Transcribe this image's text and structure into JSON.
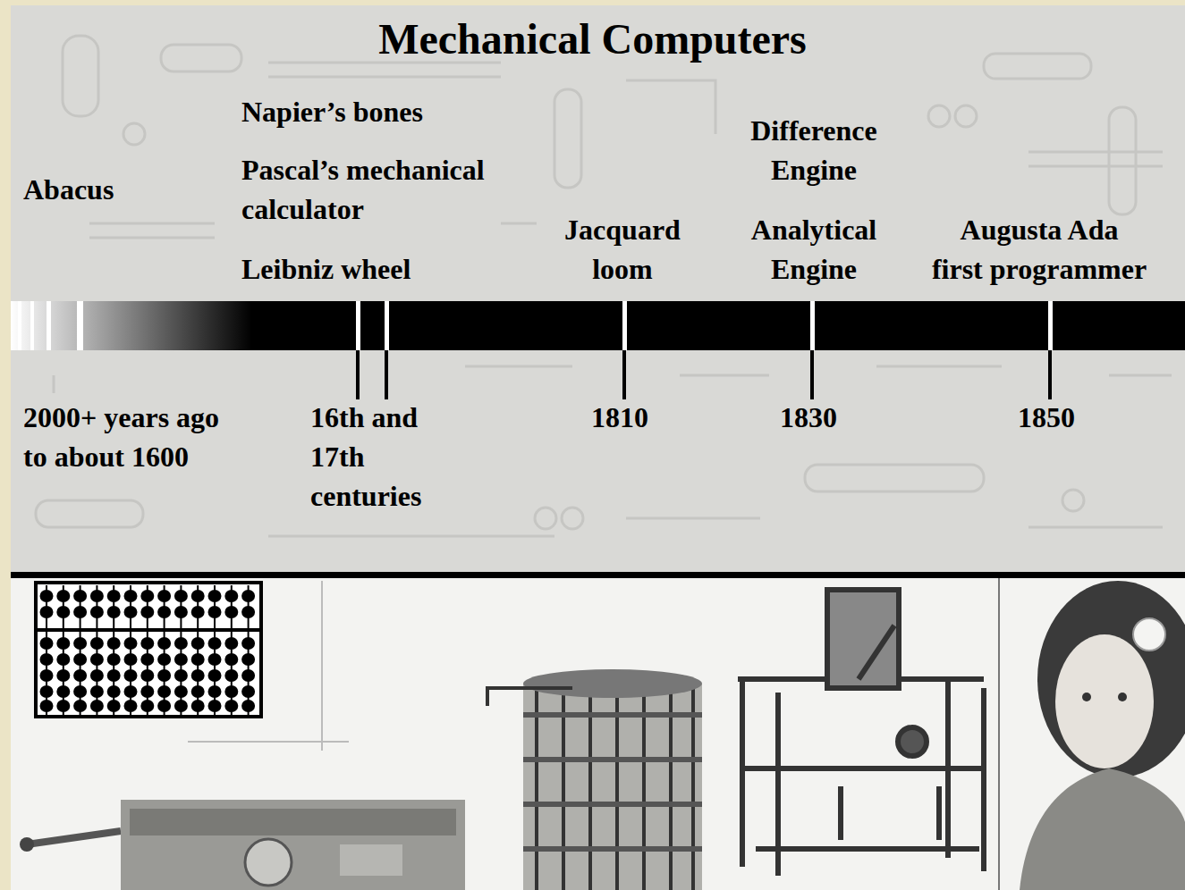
{
  "diagram": {
    "title": "Mechanical Computers",
    "labels": [
      "Abacus",
      "Napier’s bones",
      "Pascal’s mechanical calculator",
      "Leibniz wheel",
      "Jacquard loom",
      "Difference Engine",
      "Analytical Engine",
      "Augusta Ada first programmer",
      "2000+ years ago to about 1600",
      "16th and 17th centuries",
      "1810",
      "1830",
      "1850"
    ]
  }
}
